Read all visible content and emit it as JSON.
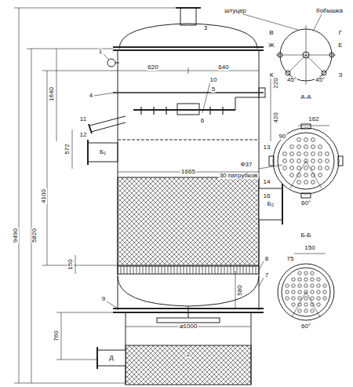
{
  "diagram": {
    "labels": [
      "штуцер",
      "бобышка",
      "В",
      "Г",
      "Ж",
      "Е",
      "К",
      "З",
      "45°",
      "45°",
      "3",
      "1",
      "620",
      "640",
      "10",
      "5",
      "4",
      "220",
      "11",
      "6",
      "420",
      "12",
      "13",
      "572",
      "1640",
      "Б₁",
      "1665",
      "14",
      "16",
      "Б₂",
      "4100",
      "8",
      "7",
      "150",
      "580",
      "9",
      "2",
      "⌀1000",
      "760",
      "5820",
      "9490",
      "Д",
      "А-А",
      "162",
      "90",
      "Ф37",
      "30 патрубков",
      "60°",
      "Б-Б",
      "150",
      "75",
      "60°"
    ]
  }
}
